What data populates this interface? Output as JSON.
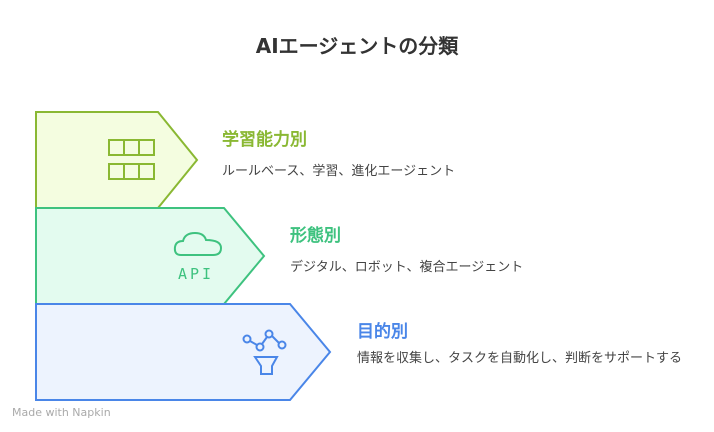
{
  "title": "AIエージェントの分類",
  "items": [
    {
      "heading": "学習能力別",
      "description": "ルールベース、学習、進化エージェント",
      "icon": "grid-icon",
      "color": "#8AB833",
      "fill": "#F4FDE0"
    },
    {
      "heading": "形態別",
      "description": "デジタル、ロボット、複合エージェント",
      "icon": "cloud-api-icon",
      "color": "#3EC27F",
      "fill": "#E3FBEF"
    },
    {
      "heading": "目的別",
      "description": "情報を収集し、タスクを自動化し、判断をサポートする",
      "icon": "network-funnel-icon",
      "color": "#4A86E8",
      "fill": "#EDF3FE"
    }
  ],
  "icon_text": "API",
  "footer": "Made with  Napkin"
}
